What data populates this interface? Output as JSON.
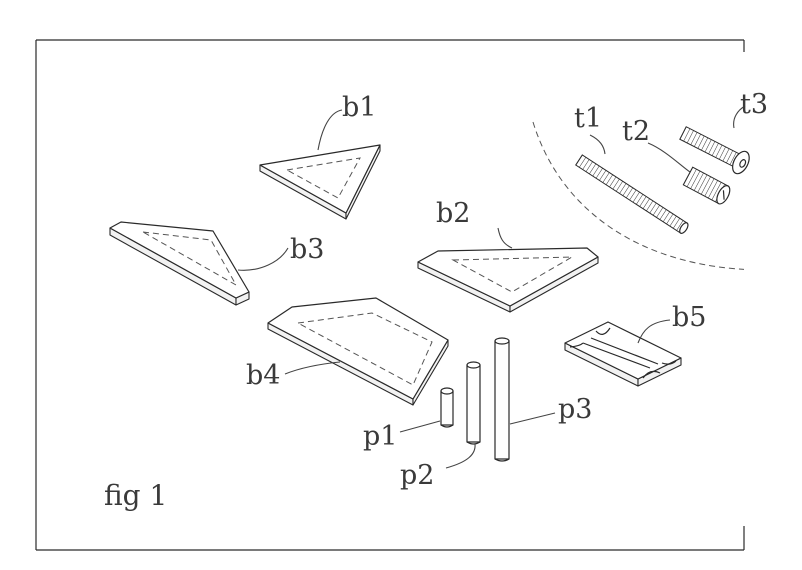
{
  "figure_label": "fig 1",
  "parts": {
    "boards": [
      "b1",
      "b2",
      "b3",
      "b4",
      "b5"
    ],
    "posts": [
      "p1",
      "p2",
      "p3"
    ],
    "screws": [
      "t1",
      "t2",
      "t3"
    ]
  }
}
